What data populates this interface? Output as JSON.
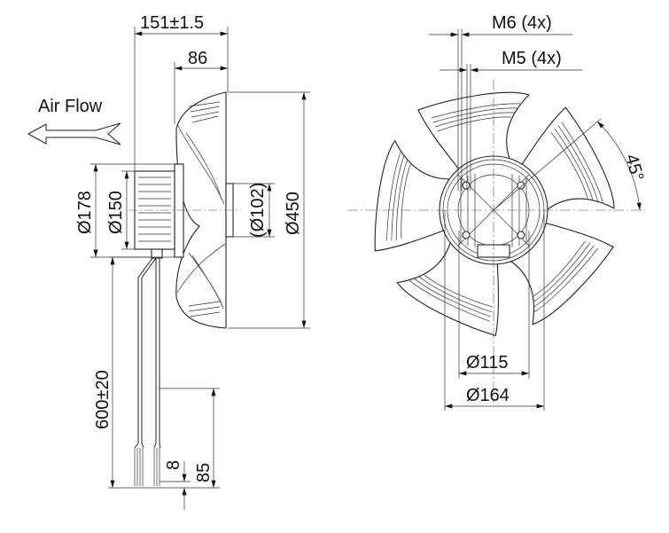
{
  "side_view": {
    "overall_length": "151±1.5",
    "blade_depth": "86",
    "air_flow": "Air Flow",
    "dia_178": "Ø178",
    "dia_150": "Ø150",
    "dia_102": "(Ø102)",
    "dia_450": "Ø450",
    "cable_length": "600±20",
    "strip_8": "8",
    "strip_85": "85"
  },
  "front_view": {
    "m6": "M6 (4x)",
    "m5": "M5 (4x)",
    "angle": "45°",
    "dia_115": "Ø115",
    "dia_164": "Ø164"
  },
  "colors": {
    "line": "#222222",
    "background": "#ffffff"
  }
}
